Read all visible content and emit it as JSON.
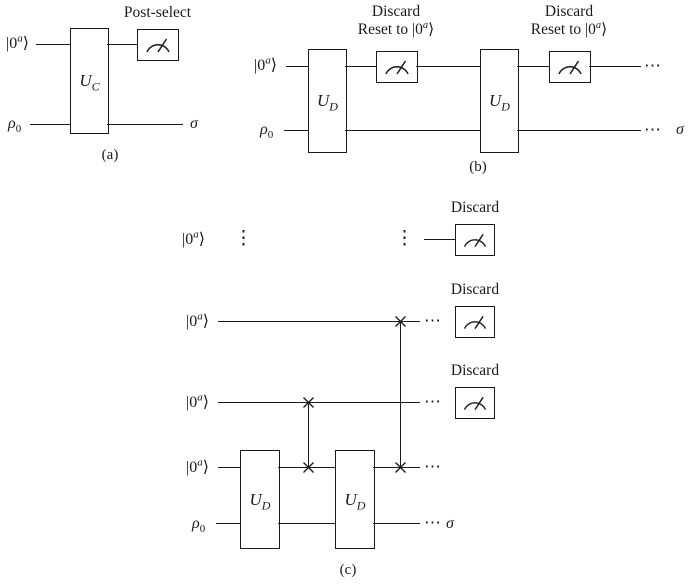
{
  "labels": {
    "ket0a": {
      "pre": "|0",
      "sup": "a",
      "post": "⟩"
    },
    "rho0": {
      "base": "ρ",
      "sub": "0"
    },
    "sigma": "σ",
    "gate_uc": {
      "base": "U",
      "sub": "C"
    },
    "gate_ud": {
      "base": "U",
      "sub": "D"
    },
    "post_select": "Post-select",
    "discard": "Discard",
    "reset_line": {
      "pre": "Reset to |0",
      "sup": "a",
      "post": "⟩"
    },
    "hdots": "⋯",
    "vdots": "⋮"
  },
  "captions": {
    "a": "(a)",
    "b": "(b)",
    "c": "(c)"
  }
}
